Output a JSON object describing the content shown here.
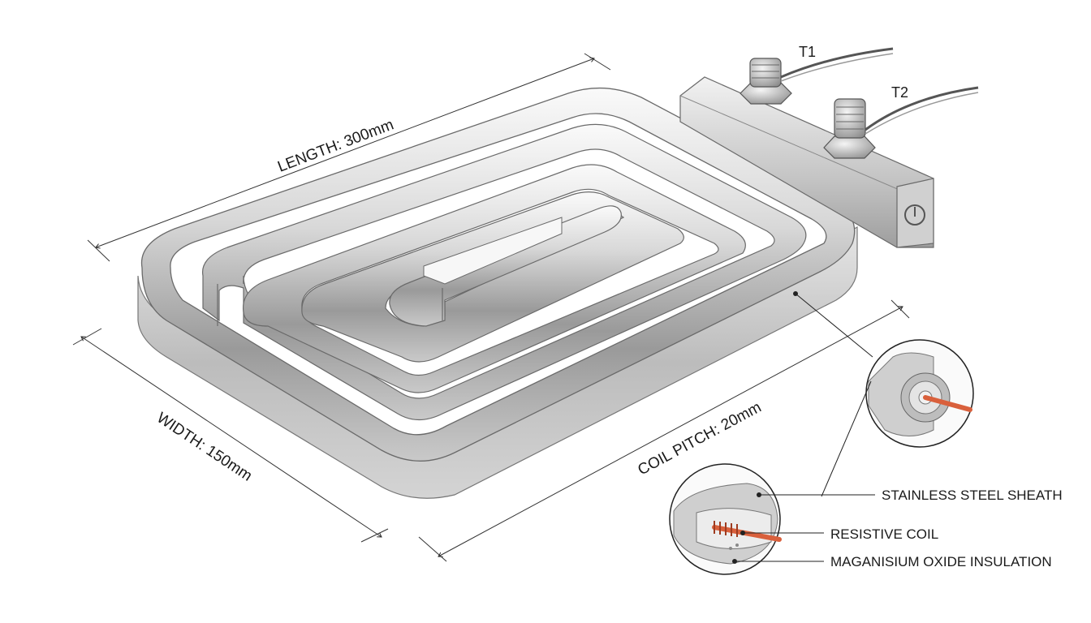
{
  "dimensions": {
    "length": "LENGTH: 300mm",
    "width": "WIDTH: 150mm",
    "coil_pitch": "COIL PITCH: 20mm"
  },
  "terminals": {
    "t1": "T1",
    "t2": "T2"
  },
  "callouts": {
    "sheath": "STAINLESS STEEL SHEATH",
    "coil": "RESISTIVE COIL",
    "insulation": "MAGANISIUM OXIDE INSULATION"
  },
  "colors": {
    "steel_light": "#efefef",
    "steel_mid": "#b8b8b8",
    "steel_dark": "#6f6f6f",
    "coil_copper": "#d9603c",
    "line": "#2a2a2a"
  }
}
